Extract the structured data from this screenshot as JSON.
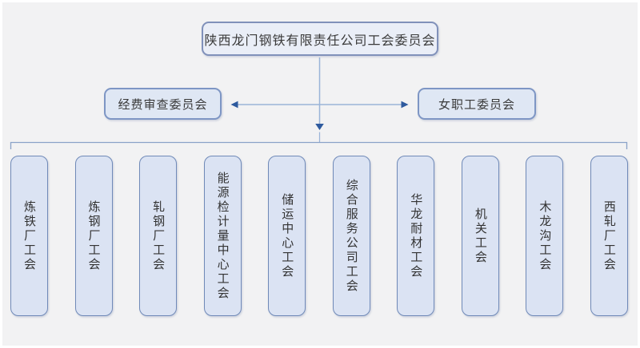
{
  "chart_data": {
    "type": "org-chart",
    "title": "陕西龙门钢铁有限责任公司工会委员会",
    "root": {
      "label": "陕西龙门钢铁有限责任公司工会委员会"
    },
    "level2": {
      "left": {
        "label": "经费审查委员会"
      },
      "right": {
        "label": "女职工委员会"
      }
    },
    "branch_unions": [
      "炼铁厂工会",
      "炼钢厂工会",
      "轧钢厂工会",
      "能源检计量中心工会",
      "储运中心工会",
      "综合服务公司工会",
      "华龙耐材工会",
      "机关工会",
      "木龙沟工会",
      "西轧厂工会"
    ],
    "connectors": [
      "root-to-branches-down-arrow",
      "double-headed-arrow-between-committees",
      "branch-bracket"
    ]
  },
  "colors": {
    "page_frame": "#ffffff",
    "background": "#f2f2f3",
    "root_box_fill": "#eaeef7",
    "root_box_border": "#8091ba",
    "committee_box_fill": "#dfe7f4",
    "branch_box_fill": "#dbe3f3",
    "box_border": "#708ab8",
    "connector_line": "#9ab4d8",
    "arrowhead": "#2e5a9e",
    "bracket_line": "#8aa2c8",
    "text": "#3a3a3a"
  }
}
